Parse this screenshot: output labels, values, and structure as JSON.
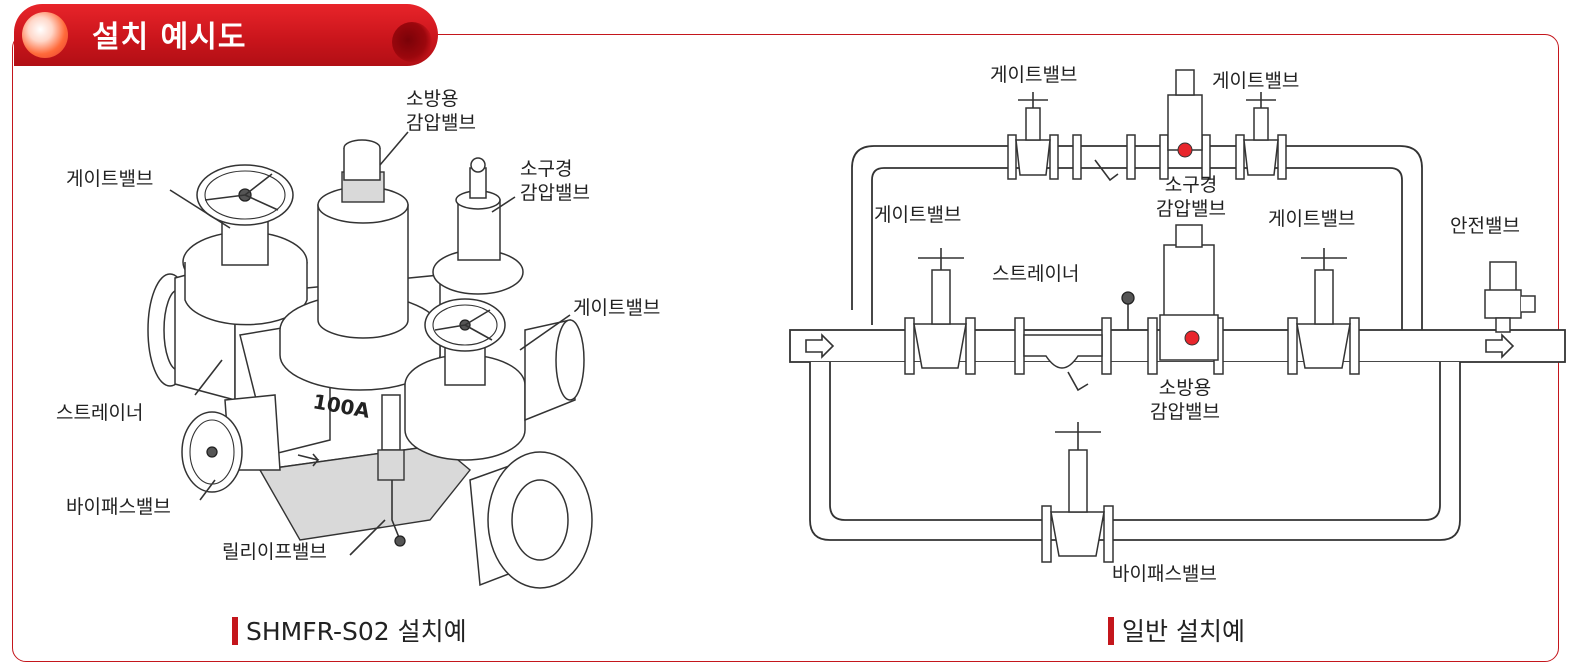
{
  "header": {
    "title": "설치 예시도"
  },
  "left_figure": {
    "labels": {
      "fire_prv": "소방용\n감압밸브",
      "small_prv": "소구경\n감압밸브",
      "gate_valve_left": "게이트밸브",
      "gate_valve_right": "게이트밸브",
      "strainer": "스트레이너",
      "bypass_valve": "바이패스밸브",
      "relief_valve": "릴리이프밸브",
      "size_marking": "100A"
    },
    "caption": "SHMFR-S02 설치예"
  },
  "right_figure": {
    "labels": {
      "gate_top_left": "게이트밸브",
      "gate_top_right": "게이트밸브",
      "small_prv": "소구경\n감압밸브",
      "gate_mid_left": "게이트밸브",
      "gate_mid_right": "게이트밸브",
      "strainer": "스트레이너",
      "safety_valve": "안전밸브",
      "fire_prv": "소방용\n감압밸브",
      "bypass_valve": "바이패스밸브"
    },
    "caption": "일반 설치예"
  },
  "colors": {
    "accent": "#c4161c",
    "valve_red": "#e8262c"
  }
}
